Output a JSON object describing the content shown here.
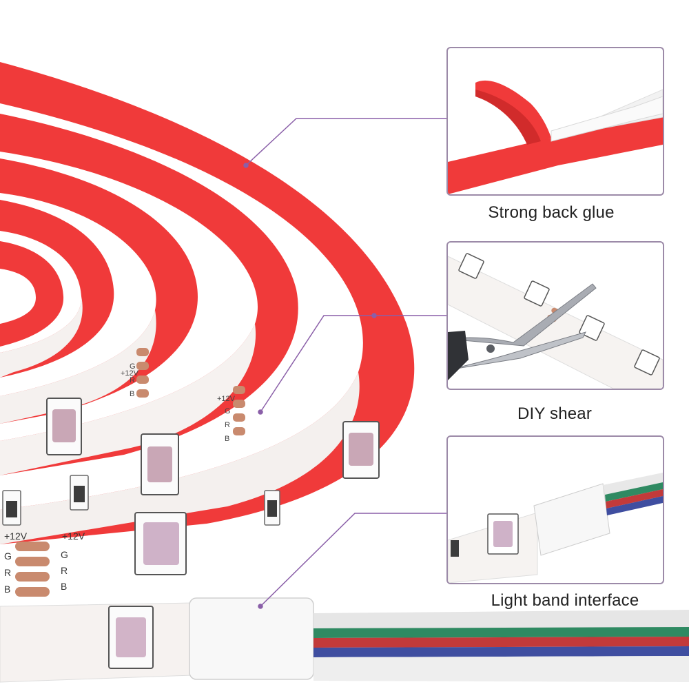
{
  "callouts": [
    {
      "label": "Strong back glue"
    },
    {
      "label": "DIY shear"
    },
    {
      "label": "Light band interface"
    }
  ],
  "strip_markings": {
    "voltage": "+12V",
    "pins": [
      "G",
      "R",
      "B"
    ]
  },
  "colors": {
    "tape_red": "#f03a3a",
    "strip_white": "#f7f4f2",
    "panel_border": "#9c8aa8",
    "leader_line": "#8a5fa8",
    "copper_pad": "#c98a6e"
  },
  "icons": [
    "scissors-icon",
    "led-chip-icon",
    "resistor-icon",
    "wire-connector-icon"
  ]
}
